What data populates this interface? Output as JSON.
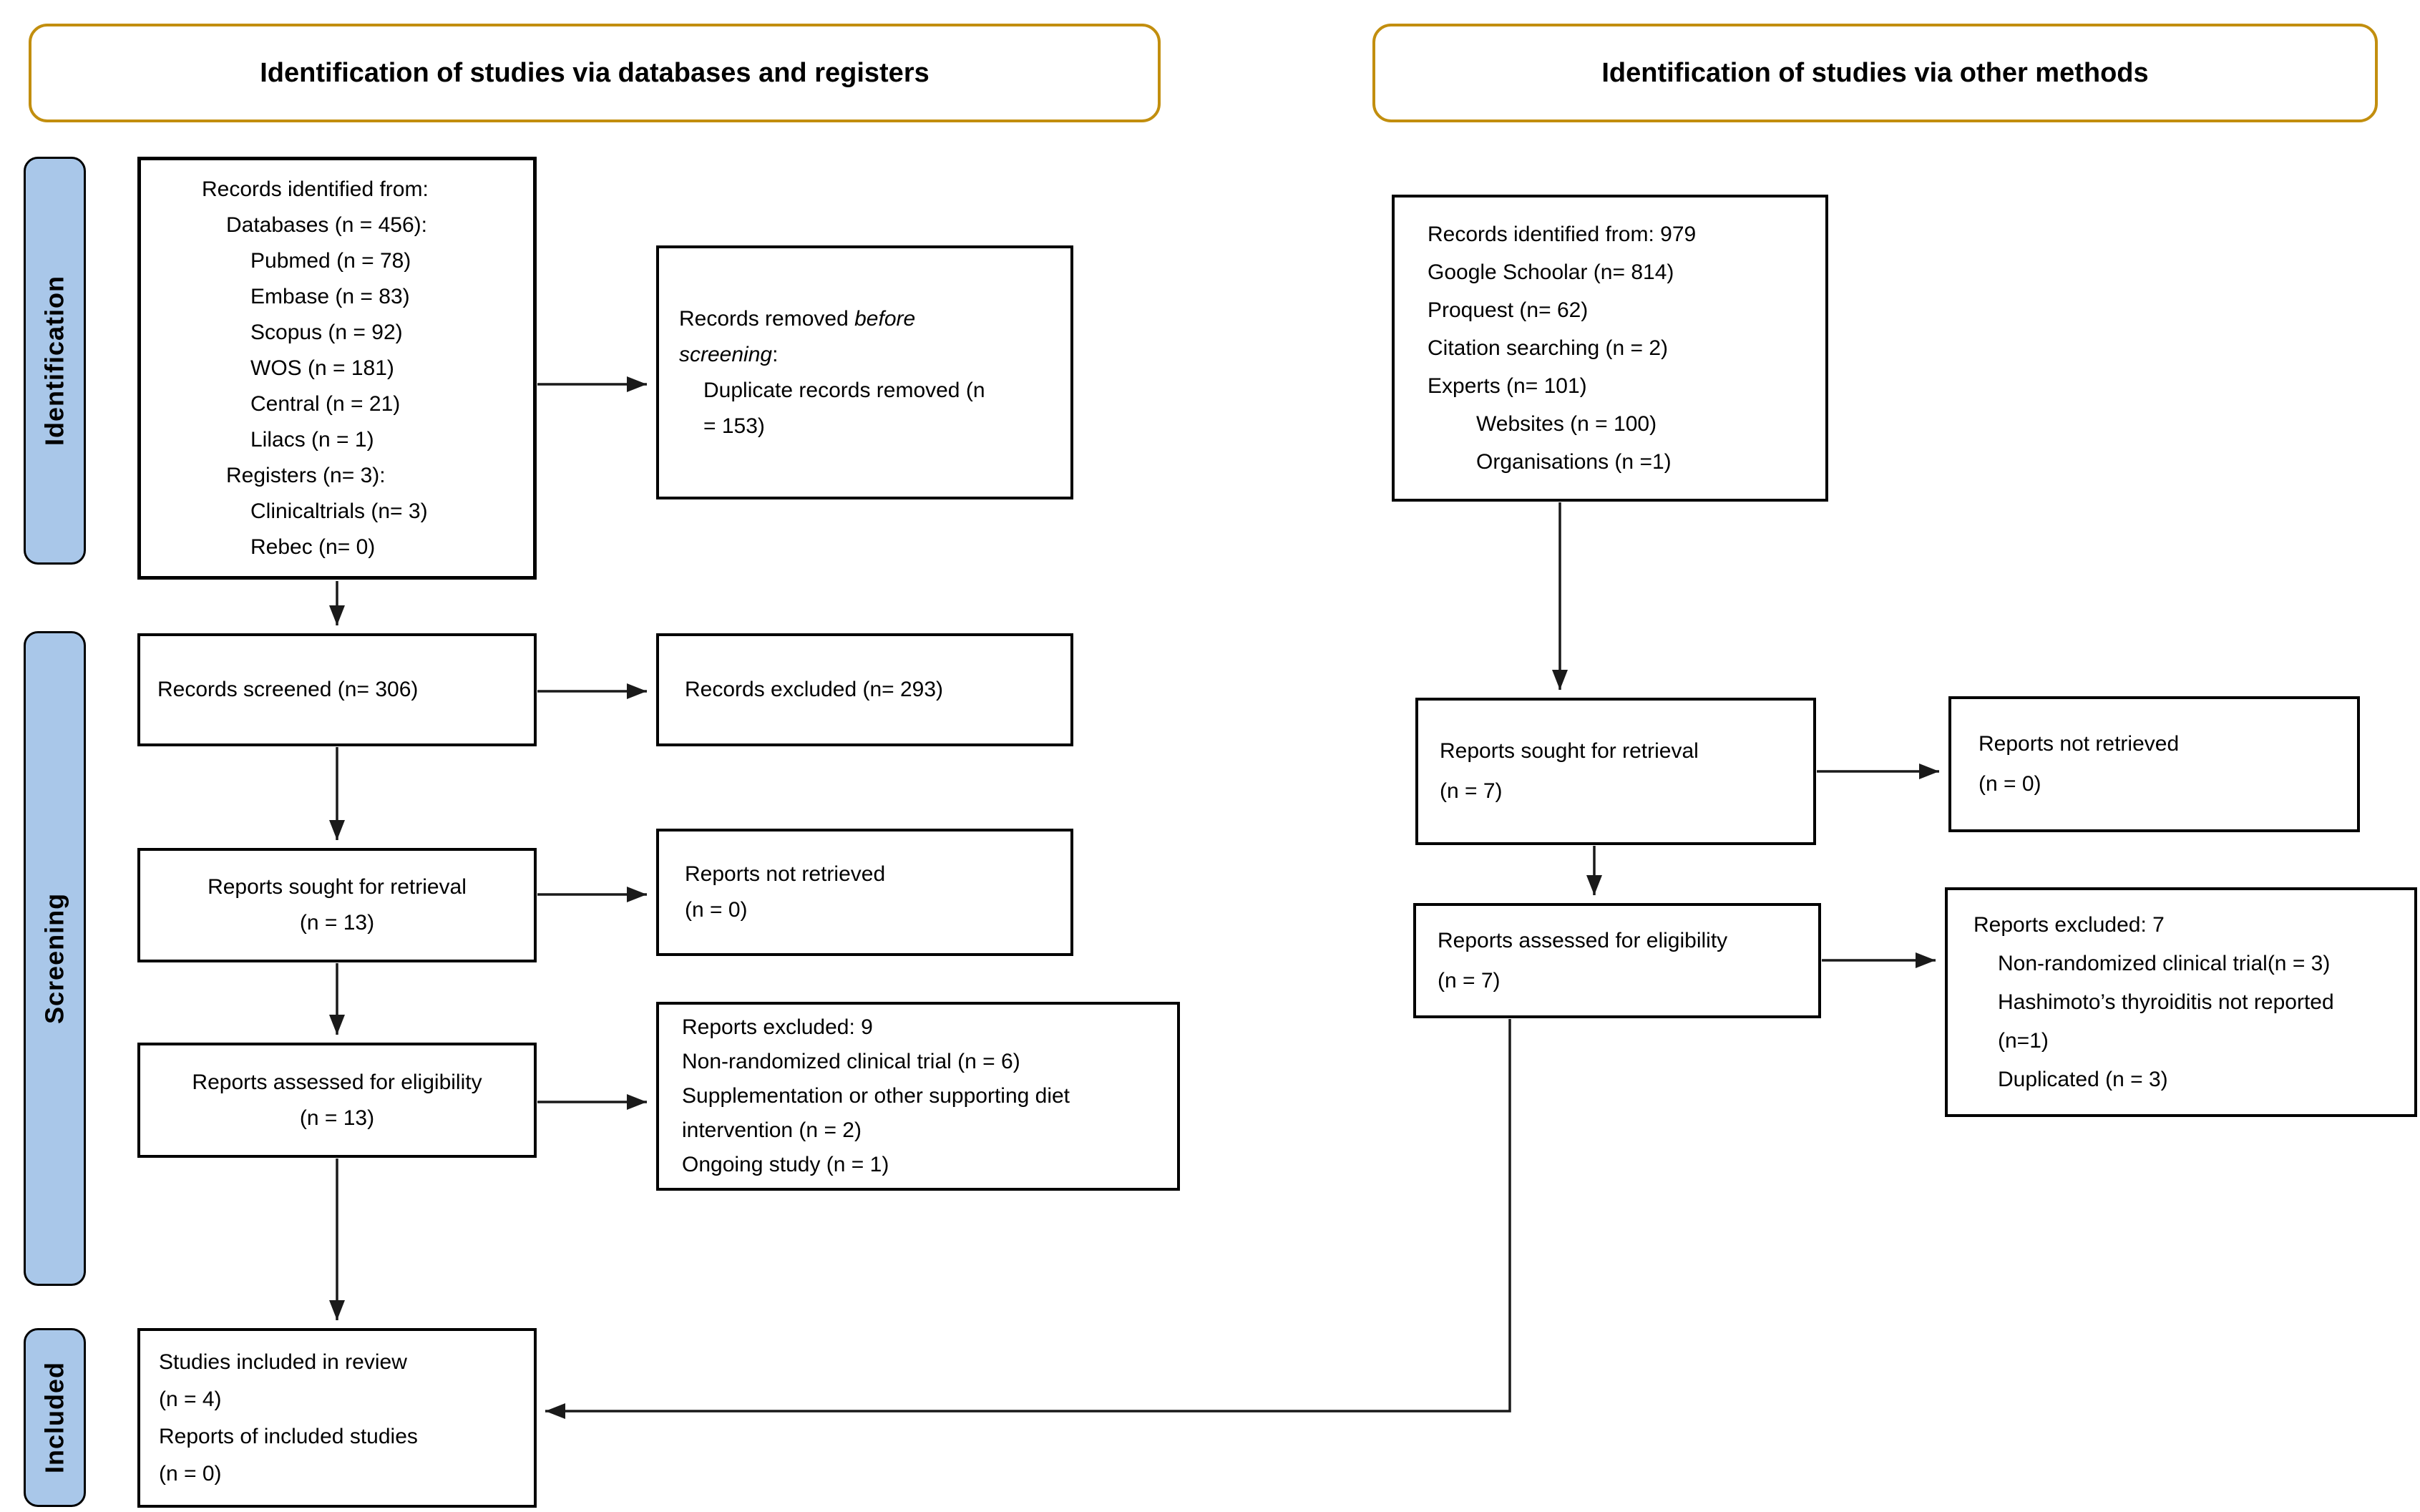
{
  "headers": {
    "left": "Identification of studies via databases and registers",
    "right": "Identification of studies via other methods"
  },
  "sidebars": {
    "identification": "Identification",
    "screening": "Screening",
    "included": "Included"
  },
  "colors": {
    "header_border": "#C28E0E",
    "sidebar_fill": "#A9C7E9",
    "box_border": "#000000",
    "arrow": "#1a1a1a"
  },
  "boxes": {
    "records_db": {
      "lines": [
        {
          "t": "Records identified from:",
          "ind": 0
        },
        {
          "t": "Databases (n = 456):",
          "ind": 1
        },
        {
          "t": "Pubmed (n = 78)",
          "ind": 2
        },
        {
          "t": "Embase (n = 83)",
          "ind": 2
        },
        {
          "t": "Scopus (n = 92)",
          "ind": 2
        },
        {
          "t": "WOS (n = 181)",
          "ind": 2
        },
        {
          "t": "Central (n = 21)",
          "ind": 2
        },
        {
          "t": "Lilacs (n = 1)",
          "ind": 2
        },
        {
          "t": "Registers (n= 3):",
          "ind": 1
        },
        {
          "t": "Clinicaltrials (n= 3)",
          "ind": 2
        },
        {
          "t": "Rebec (n= 0)",
          "ind": 2
        }
      ]
    },
    "removed": {
      "lines": [
        {
          "t": "Records removed |before|",
          "ind": 0
        },
        {
          "t": "|screening|:",
          "ind": 0
        },
        {
          "t": "Duplicate records removed (n",
          "ind": 1
        },
        {
          "t": "= 153)",
          "ind": 1
        }
      ]
    },
    "screened": {
      "lines": [
        {
          "t": "Records screened (n= 306)",
          "ind": 0
        }
      ]
    },
    "excluded_records": {
      "lines": [
        {
          "t": "Records excluded (n= 293)",
          "ind": 0
        }
      ]
    },
    "sought_l": {
      "lines": [
        {
          "t": "Reports sought for retrieval",
          "ind": 0
        },
        {
          "t": "(n = 13)",
          "ind": 0
        }
      ]
    },
    "not_retrieved_l": {
      "lines": [
        {
          "t": "Reports not retrieved",
          "ind": 0
        },
        {
          "t": "(n = 0)",
          "ind": 0
        }
      ]
    },
    "assessed_l": {
      "lines": [
        {
          "t": "Reports assessed for eligibility",
          "ind": 0
        },
        {
          "t": "(n = 13)",
          "ind": 0
        }
      ]
    },
    "excluded_reports_l": {
      "lines": [
        {
          "t": "Reports excluded: 9",
          "ind": 0
        },
        {
          "t": "Non-randomized clinical trial (n = 6)",
          "ind": 0
        },
        {
          "t": "Supplementation or other supporting diet",
          "ind": 0
        },
        {
          "t": "intervention (n = 2)",
          "ind": 0
        },
        {
          "t": "Ongoing study (n = 1)",
          "ind": 0
        }
      ]
    },
    "included": {
      "lines": [
        {
          "t": "Studies included in review",
          "ind": 0
        },
        {
          "t": "(n = 4)",
          "ind": 0
        },
        {
          "t": "Reports of included studies",
          "ind": 0
        },
        {
          "t": "(n = 0)",
          "ind": 0
        }
      ]
    },
    "records_other": {
      "lines": [
        {
          "t": "Records identified from: 979",
          "ind": 0
        },
        {
          "t": "Google Schoolar (n= 814)",
          "ind": 0
        },
        {
          "t": "Proquest (n= 62)",
          "ind": 0
        },
        {
          "t": "Citation searching (n = 2)",
          "ind": 0
        },
        {
          "t": "Experts (n= 101)",
          "ind": 0
        },
        {
          "t": "Websites (n = 100)",
          "ind": 2
        },
        {
          "t": "Organisations (n =1)",
          "ind": 2
        }
      ]
    },
    "sought_r": {
      "lines": [
        {
          "t": "Reports sought for retrieval",
          "ind": 0
        },
        {
          "t": "(n = 7)",
          "ind": 0
        }
      ]
    },
    "not_retrieved_r": {
      "lines": [
        {
          "t": "Reports not retrieved",
          "ind": 0
        },
        {
          "t": "(n = 0)",
          "ind": 0
        }
      ]
    },
    "assessed_r": {
      "lines": [
        {
          "t": "Reports assessed for eligibility",
          "ind": 0
        },
        {
          "t": "(n = 7)",
          "ind": 0
        }
      ]
    },
    "excluded_reports_r": {
      "lines": [
        {
          "t": "Reports excluded: 7",
          "ind": 0
        },
        {
          "t": "Non-randomized clinical trial(n = 3)",
          "ind": 1
        },
        {
          "t": "Hashimoto’s thyroiditis not reported",
          "ind": 1
        },
        {
          "t": "(n=1)",
          "ind": 1
        },
        {
          "t": "Duplicated (n = 3)",
          "ind": 1
        }
      ]
    }
  }
}
